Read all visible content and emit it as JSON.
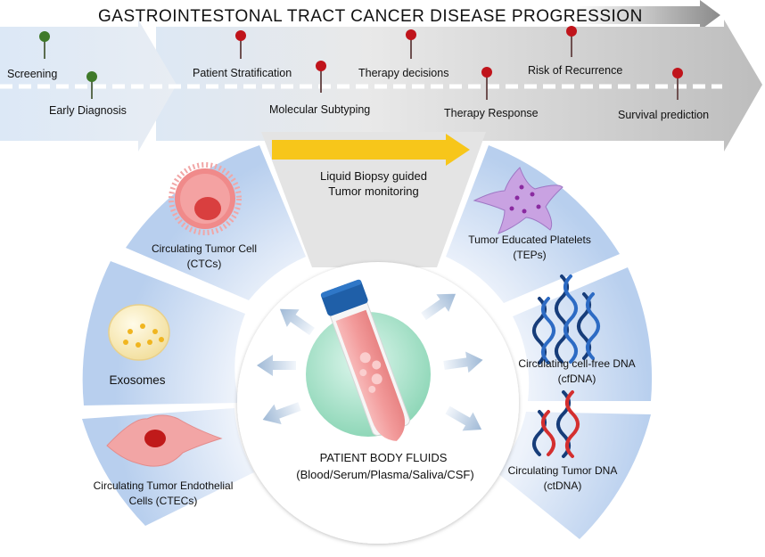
{
  "title": "GASTROINTESTONAL TRACT CANCER DISEASE PROGRESSION",
  "timeline": {
    "stages": [
      {
        "label": "Screening",
        "pin": "green"
      },
      {
        "label": "Early Diagnosis",
        "pin": "green"
      },
      {
        "label": "Patient Stratification",
        "pin": "red"
      },
      {
        "label": "Molecular Subtyping",
        "pin": "red"
      },
      {
        "label": "Therapy decisions",
        "pin": "red"
      },
      {
        "label": "Therapy Response",
        "pin": "red"
      },
      {
        "label": "Risk of Recurrence",
        "pin": "red"
      },
      {
        "label": "Survival prediction",
        "pin": "red"
      }
    ]
  },
  "liquid_biopsy": {
    "line1": "Liquid Biopsy guided",
    "line2": "Tumor monitoring"
  },
  "center": {
    "line1": "PATIENT BODY FLUIDS",
    "line2": "(Blood/Serum/Plasma/Saliva/CSF)"
  },
  "biomarkers": {
    "ctc": {
      "line1": "Circulating Tumor Cell",
      "line2": "(CTCs)",
      "icon": "ctc-cell-icon"
    },
    "exosomes": {
      "line1": "Exosomes",
      "icon": "exosome-icon"
    },
    "ctec": {
      "line1": "Circulating Tumor Endothelial",
      "line2": "Cells (CTECs)",
      "icon": "endothelial-cell-icon"
    },
    "tep": {
      "line1": "Tumor Educated Platelets",
      "line2": "(TEPs)",
      "icon": "platelet-icon"
    },
    "cfdna": {
      "line1": "Circulating cell-free DNA",
      "line2": "(cfDNA)",
      "icon": "dna-helix-icon"
    },
    "ctdna": {
      "line1": "Circulating Tumor DNA",
      "line2": "(ctDNA)",
      "icon": "dna-helix-icon"
    }
  },
  "colors": {
    "pin_green": "#3f7a2a",
    "pin_red": "#c0141b",
    "timeline_arrow": "#cccccc",
    "segment_blue": "#bcd3ef",
    "tube_liquid": "#f2a6a6",
    "tube_cap": "#1f5fa8",
    "yellow_arrow": "#f7c61a"
  }
}
